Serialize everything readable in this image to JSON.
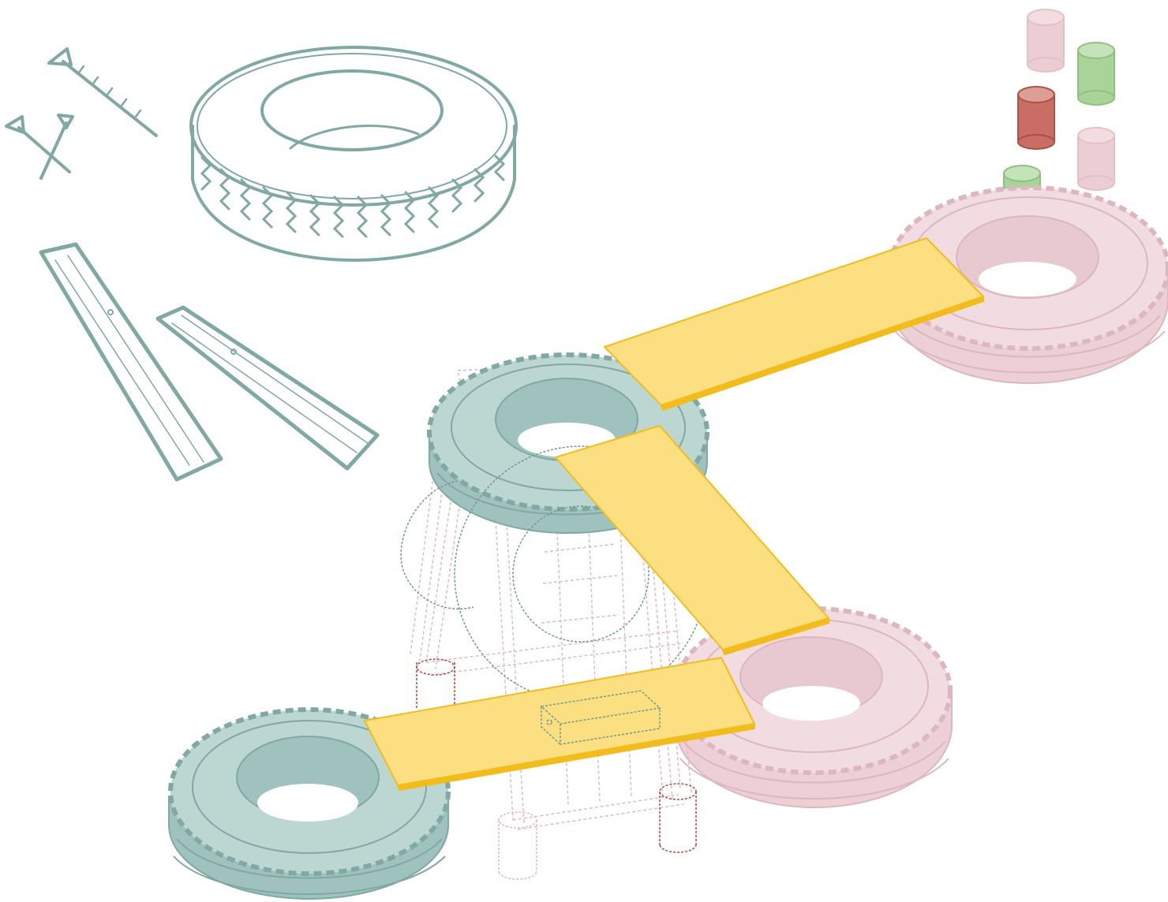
{
  "illustration": {
    "colors": {
      "sketch_teal": "#7fa9a2",
      "tire_teal_fill": "#bcd6d2",
      "tire_teal_dark": "#a0c2bf",
      "tire_pink_fill": "#f1dde1",
      "tire_pink_line": "#dcb7bf",
      "plank_yellow": "#fbdf80",
      "plank_edge": "#f2bd1c",
      "frame_pink": "#e3b8c2",
      "post_red_dashed": "#b2473f",
      "cylinder_pink": "#ebcdd3",
      "cylinder_green": "#a8d49a",
      "cylinder_red": "#c86e65",
      "circle_teal_dashed": "#6f9a97"
    },
    "elements": [
      "sketch-nails-icon",
      "sketch-tire-icon",
      "sketch-wood-planks-icon",
      "color-swatch-cylinders",
      "teal-tire",
      "pink-tire",
      "yellow-plank",
      "sawhorse-frame",
      "dashed-guide-circles"
    ]
  }
}
